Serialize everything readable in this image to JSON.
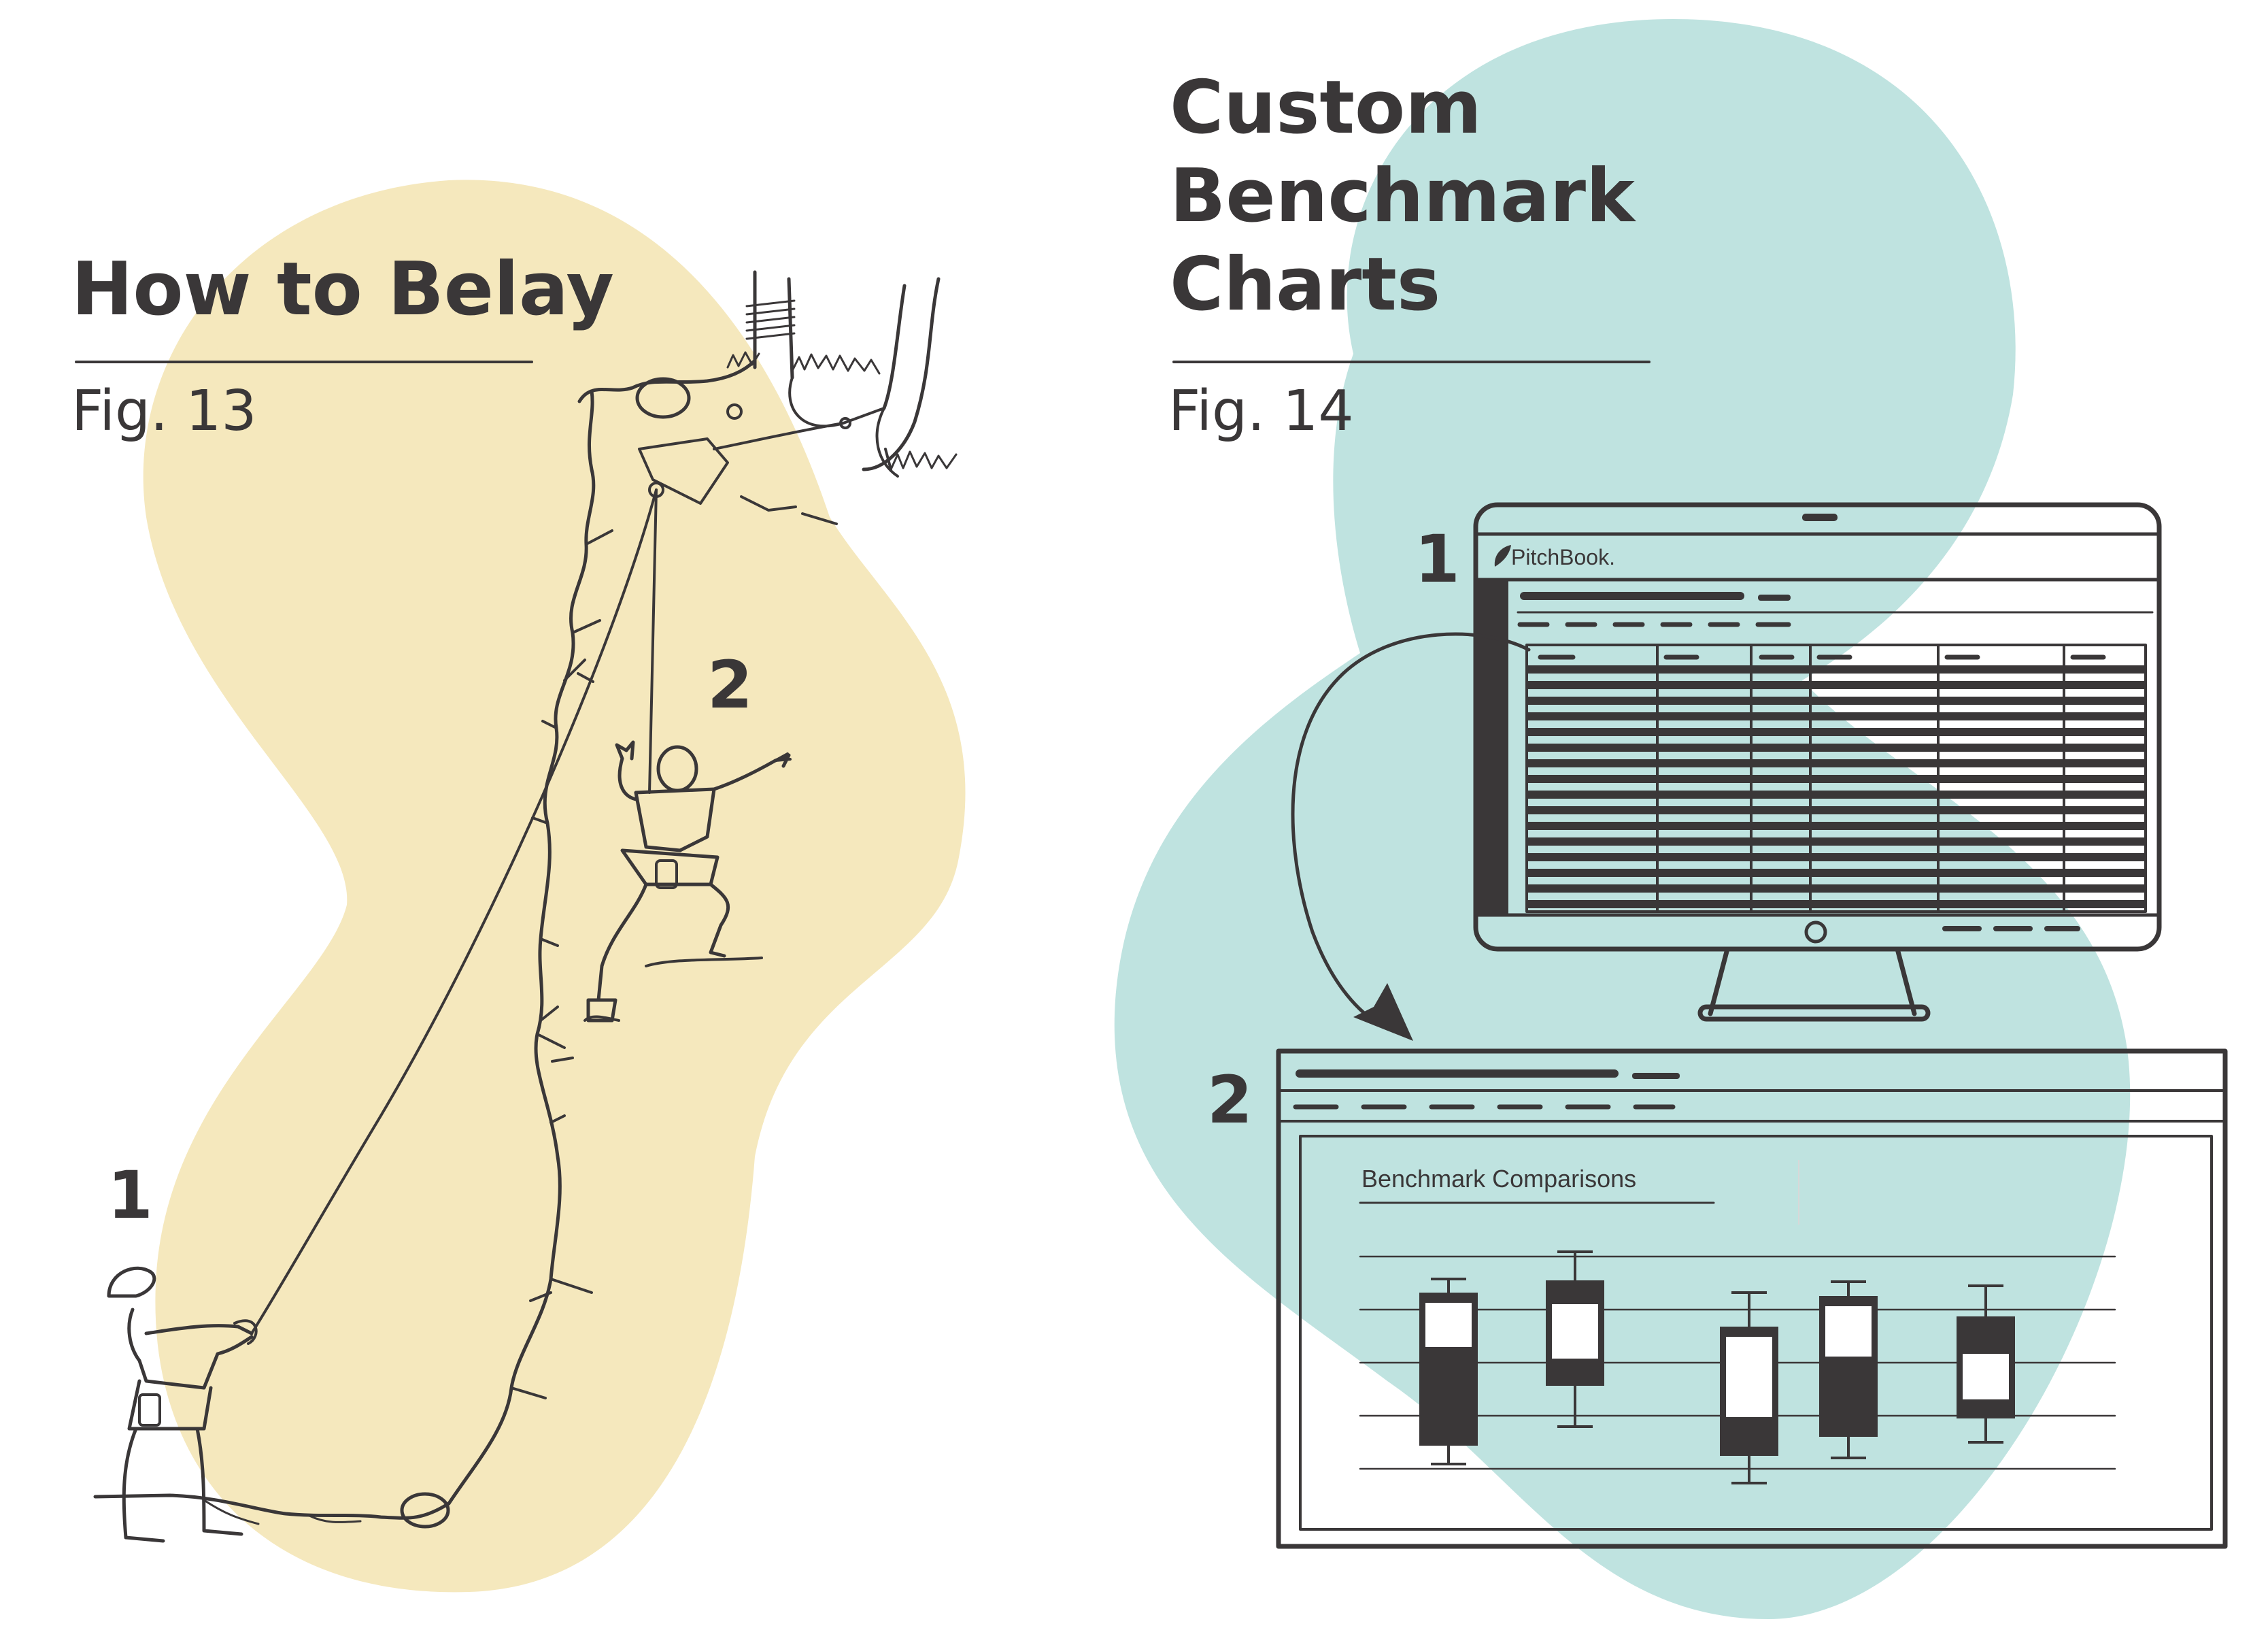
{
  "colors": {
    "ink": "#3a3738",
    "sand": "#f5e8bd",
    "teal": "#bfe3e0",
    "white": "#ffffff"
  },
  "left": {
    "title": "How to Belay",
    "fig_label": "Fig. 13",
    "step_1": "1",
    "step_2": "2"
  },
  "right": {
    "title_lines": [
      "Custom",
      "Benchmark",
      "Charts"
    ],
    "fig_label": "Fig. 14",
    "step_1": "1",
    "step_2": "2",
    "monitor_brand": "PitchBook.",
    "chart_title": "Benchmark Comparisons"
  },
  "icons": {
    "brand_logo": "pitchbook-leaf-icon",
    "flow_arrow": "curved-arrow-icon"
  }
}
